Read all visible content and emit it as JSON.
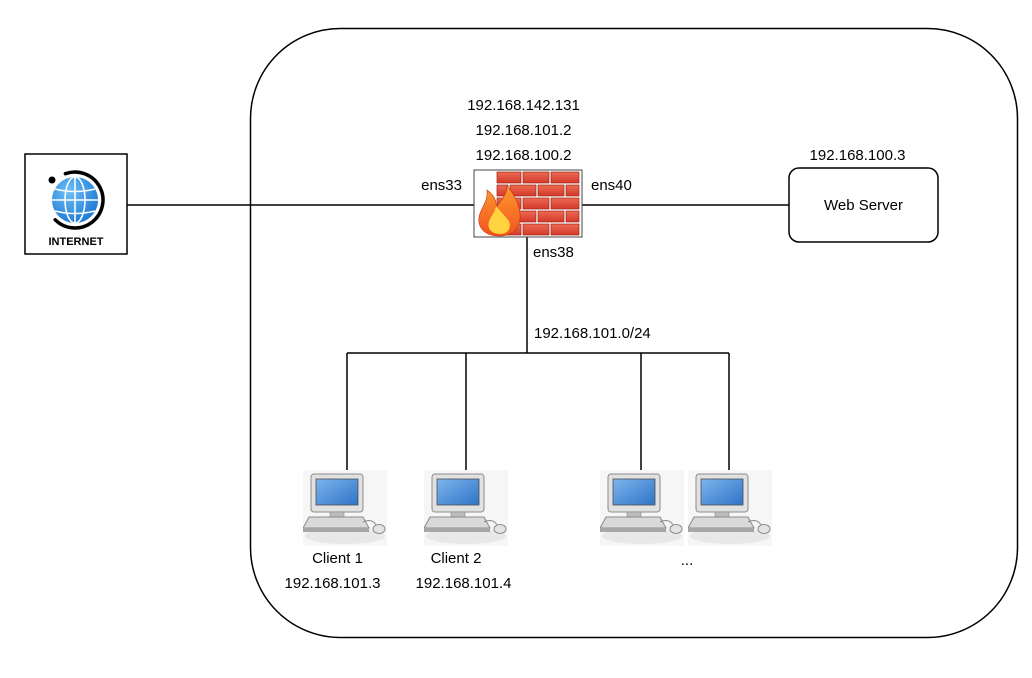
{
  "internet": {
    "label": "INTERNET",
    "icon": "globe-icon"
  },
  "firewall": {
    "icon": "firewall-icon",
    "ips": [
      "192.168.142.131",
      "192.168.101.2",
      "192.168.100.2"
    ],
    "interfaces": {
      "to_internet": "ens33",
      "to_web_server": "ens40",
      "to_clients": "ens38"
    }
  },
  "web_server": {
    "label": "Web Server",
    "ip": "192.168.100.3"
  },
  "lan": {
    "subnet": "192.168.101.0/24"
  },
  "computers": [
    {
      "icon": "desktop-computer-icon",
      "name": "Client 1",
      "ip": "192.168.101.3"
    },
    {
      "icon": "desktop-computer-icon",
      "name": "Client 2",
      "ip": "192.168.101.4"
    },
    {
      "icon": "desktop-computer-icon"
    },
    {
      "icon": "desktop-computer-icon"
    }
  ],
  "more_clients": "...",
  "colors": {
    "line": "#000000",
    "globe": "#1976d2",
    "brick": "#d4392a",
    "flame": "#f0531f",
    "flame_core": "#ffd23f",
    "screen": "#2f74c8"
  }
}
